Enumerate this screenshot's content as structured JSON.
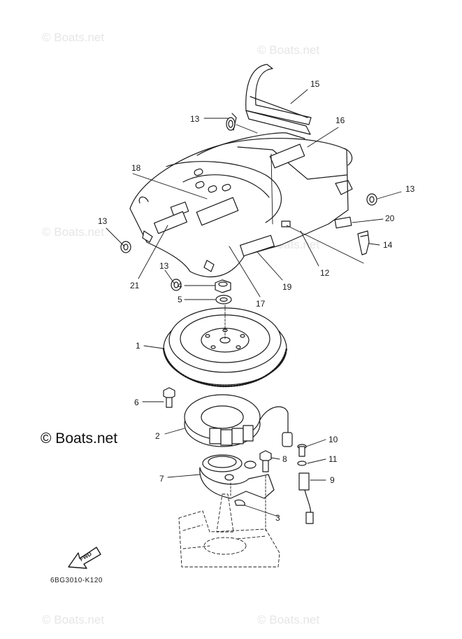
{
  "watermark": "© Boats.net",
  "credit": "© Boats.net",
  "diagram_code": "6BG3010-K120",
  "fwd_label": "FWD",
  "callouts": {
    "c1": "1",
    "c2": "2",
    "c3": "3",
    "c4": "4",
    "c5": "5",
    "c6": "6",
    "c7": "7",
    "c8": "8",
    "c9": "9",
    "c10": "10",
    "c11": "11",
    "c12": "12",
    "c13a": "13",
    "c13b": "13",
    "c13c": "13",
    "c13d": "13",
    "c14": "14",
    "c15": "15",
    "c16": "16",
    "c17": "17",
    "c18": "18",
    "c19": "19",
    "c20": "20",
    "c21": "21"
  },
  "colors": {
    "ink": "#1a1a1a",
    "watermark": "#e6e6e6",
    "background": "#ffffff"
  }
}
